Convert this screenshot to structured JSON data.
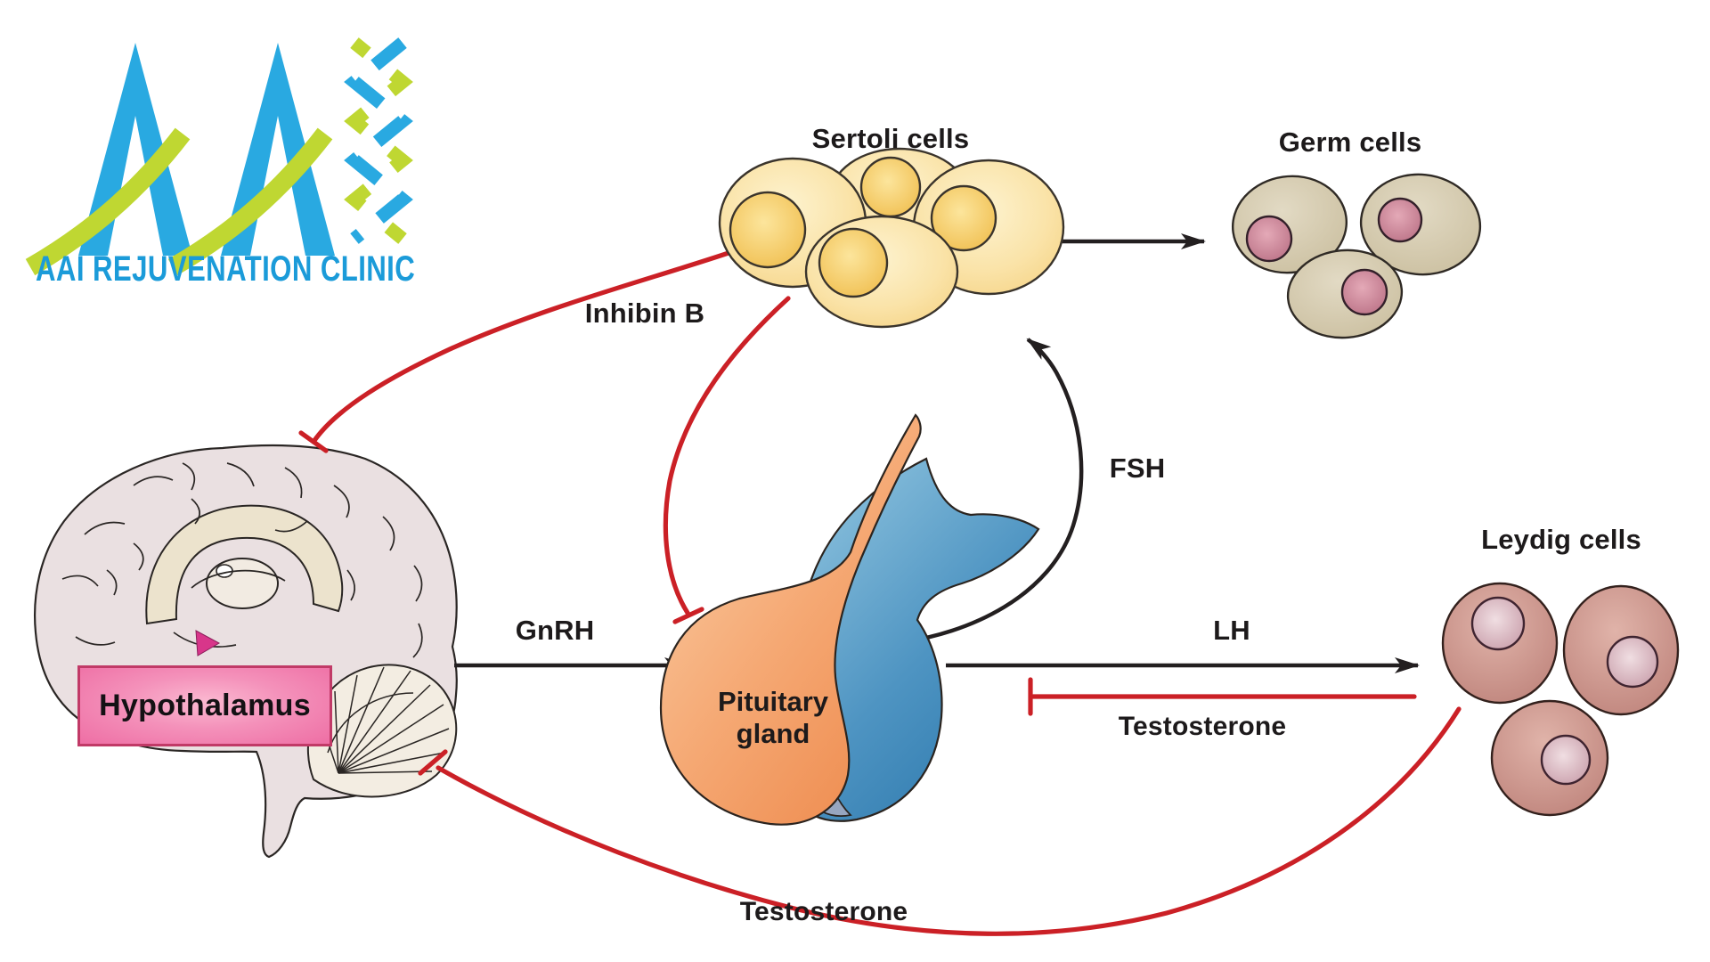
{
  "logo": {
    "clinic_name": "AAI REJUVENATION CLINIC",
    "mark_icons": [
      "mountain-peaks-icon",
      "dna-helix-icon"
    ]
  },
  "labels": {
    "sertoli_cells": "Sertoli cells",
    "germ_cells": "Germ cells",
    "leydig_cells": "Leydig cells",
    "hypothalamus": "Hypothalamus",
    "pituitary_line1": "Pituitary",
    "pituitary_line2": "gland"
  },
  "hormones": {
    "gnrh": "GnRH",
    "fsh": "FSH",
    "lh": "LH",
    "inhibin_b": "Inhibin B",
    "testosterone_pituitary_feedback": "Testosterone",
    "testosterone_hypothalamus_feedback": "Testosterone"
  },
  "colors": {
    "stimulatory_arrow": "#231f20",
    "inhibitory_line": "#cb2026",
    "logo_blue": "#29a9e1",
    "logo_green": "#bfd732",
    "logo_text_blue": "#1b9bd9",
    "hypothalamus_box": "#ee6ea4",
    "anterior_pituitary_orange": "#ef8a4d",
    "posterior_pituitary_blue": "#2e7cb0",
    "sertoli_cell_yellow": "#f6d98e",
    "germ_cell_tan": "#cbbf9f",
    "leydig_cell_rose": "#bd837b",
    "brain_pink": "#eae0e1"
  }
}
